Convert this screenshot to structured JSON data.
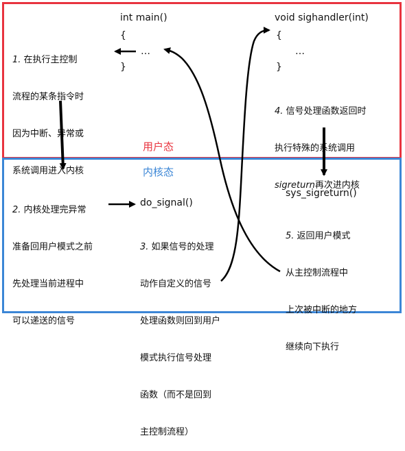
{
  "mode_labels": {
    "user": "用户态",
    "kernel": "内核态"
  },
  "colors": {
    "user_border": "#e8333e",
    "kernel_border": "#3b86d6",
    "user_label": "#e8333e",
    "kernel_label": "#3b86d6",
    "arrows": "#000000"
  },
  "main_code": {
    "header": "int main()",
    "open_brace": "{",
    "ellipsis": "…",
    "close_brace": "}"
  },
  "handler_code": {
    "header": "void sighandler(int)",
    "open_brace": "{",
    "ellipsis": "…",
    "close_brace": "}"
  },
  "kernel_funcs": {
    "do_signal": "do_signal()",
    "sys_sigreturn": "sys_sigreturn()"
  },
  "steps": {
    "s1": {
      "num": "1.",
      "lines": [
        "在执行主控制",
        "流程的某条指令时",
        "因为中断、异常或",
        "系统调用进入内核"
      ]
    },
    "s2": {
      "num": "2.",
      "lines": [
        "内核处理完异常",
        "准备回用户模式之前",
        "先处理当前进程中",
        "可以递送的信号"
      ]
    },
    "s3": {
      "num": "3.",
      "lines": [
        "如果信号的处理",
        "动作自定义的信号",
        "处理函数则回到用户",
        "模式执行信号处理",
        "函数（而不是回到",
        "主控制流程）"
      ]
    },
    "s4": {
      "num": "4.",
      "line1": "信号处理函数返回时",
      "line2": "执行特殊的系统调用",
      "line3_italic": "sigreturn",
      "line3_rest": "再次进内核"
    },
    "s5": {
      "num": "5.",
      "lines": [
        "返回用户模式",
        "从主控制流程中",
        "上次被中断的地方",
        "继续向下执行"
      ]
    }
  }
}
